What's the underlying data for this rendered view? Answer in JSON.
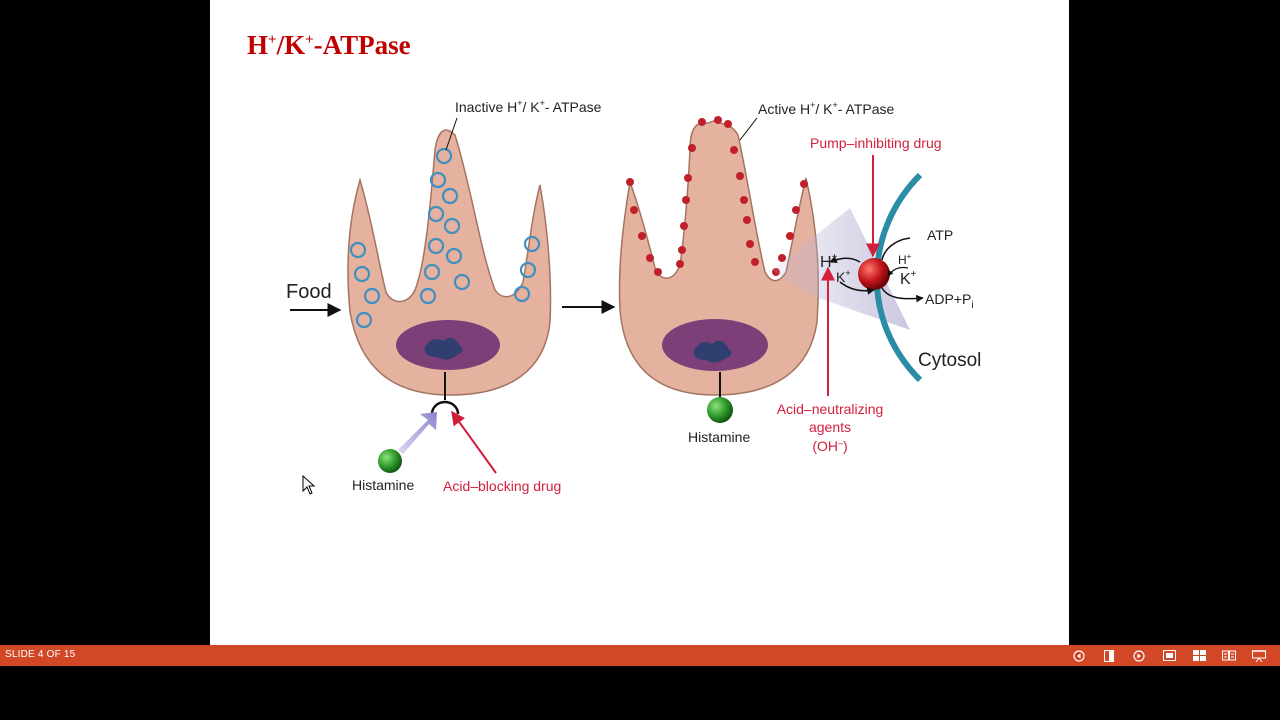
{
  "slide": {
    "title_parts": [
      "H",
      "+",
      "/K",
      "+",
      "-ATPase"
    ]
  },
  "diagram": {
    "inactive_label": [
      "Inactive H",
      "+",
      "/ K",
      "+",
      "- ATPase"
    ],
    "active_label": [
      "Active H",
      "+",
      "/ K",
      "+",
      "- ATPase"
    ],
    "food_label": "Food",
    "histamine_left": "Histamine",
    "histamine_right": "Histamine",
    "acid_blocking_drug": "Acid–blocking drug",
    "pump_inhibiting_drug": "Pump–inhibiting drug",
    "acid_neutralizing": [
      "Acid–neutralizing",
      "agents",
      "(OH",
      "–",
      ")"
    ],
    "atp": "ATP",
    "adp": [
      "ADP+P",
      "i"
    ],
    "cytosol": "Cytosol",
    "h_ion": [
      "H",
      "+"
    ],
    "k_ion": [
      "K",
      "+"
    ],
    "h_ion_small": [
      "H",
      "+"
    ],
    "k_ion_right": [
      "K",
      "+"
    ],
    "colors": {
      "cell": "#e5b29f",
      "cell_outline": "#a37462",
      "nucleus": "#7d3f78",
      "pump_dot": "#c0202a",
      "red_label": "#d21f3c",
      "vesicle": "#3f8fbf",
      "membrane": "#2b8ca6",
      "histamine": "#3aa535"
    }
  },
  "status_bar": {
    "slide_counter": "SLIDE 4 OF 15",
    "controls": [
      "previous-icon",
      "notes-icon",
      "next-icon",
      "normal-view-icon",
      "slide-sorter-icon",
      "reading-view-icon",
      "slideshow-icon"
    ]
  }
}
